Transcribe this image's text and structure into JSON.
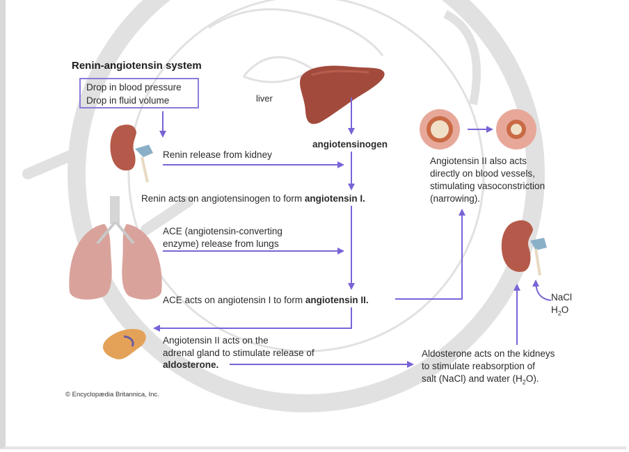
{
  "diagram": {
    "title": "Renin-angiotensin system",
    "trigger": {
      "line1": "Drop in blood pressure",
      "line2": "Drop in fluid volume"
    },
    "liver_label": "liver",
    "angiotensinogen_label": "angiotensinogen",
    "renin_release": "Renin release from kidney",
    "renin_acts": {
      "prefix": "Renin acts on angiotensinogen to form ",
      "bold": "angiotensin I."
    },
    "ace_release": {
      "line1": "ACE (angiotensin-converting",
      "line2": "enzyme) release from lungs"
    },
    "ace_acts": {
      "prefix": "ACE acts on angiotensin I to form ",
      "bold": "angiotensin II."
    },
    "adrenal": {
      "line1": "Angiotensin II acts on the",
      "line2": "adrenal gland to stimulate release of",
      "bold": "aldosterone."
    },
    "vessels": {
      "line1": "Angiotensin II also acts",
      "line2": "directly on blood vessels,",
      "line3": "stimulating vasoconstriction",
      "line4": "(narrowing)."
    },
    "kidney_inputs": {
      "nacl": "NaCl",
      "h2o_main": "H",
      "h2o_sub": "2",
      "h2o_end": "O"
    },
    "aldosterone_kidney": {
      "line1": "Aldosterone acts on the kidneys",
      "line2": "to stimulate reabsorption of",
      "line3_a": "salt (NaCl) and water (H",
      "line3_sub": "2",
      "line3_b": "O)."
    },
    "copyright": "© Encyclopædia Britannica, Inc."
  },
  "colors": {
    "arrow": "#7a63d6",
    "organ": "#b9624f",
    "lung": "#d9a39b",
    "adrenal": "#e4a259"
  }
}
